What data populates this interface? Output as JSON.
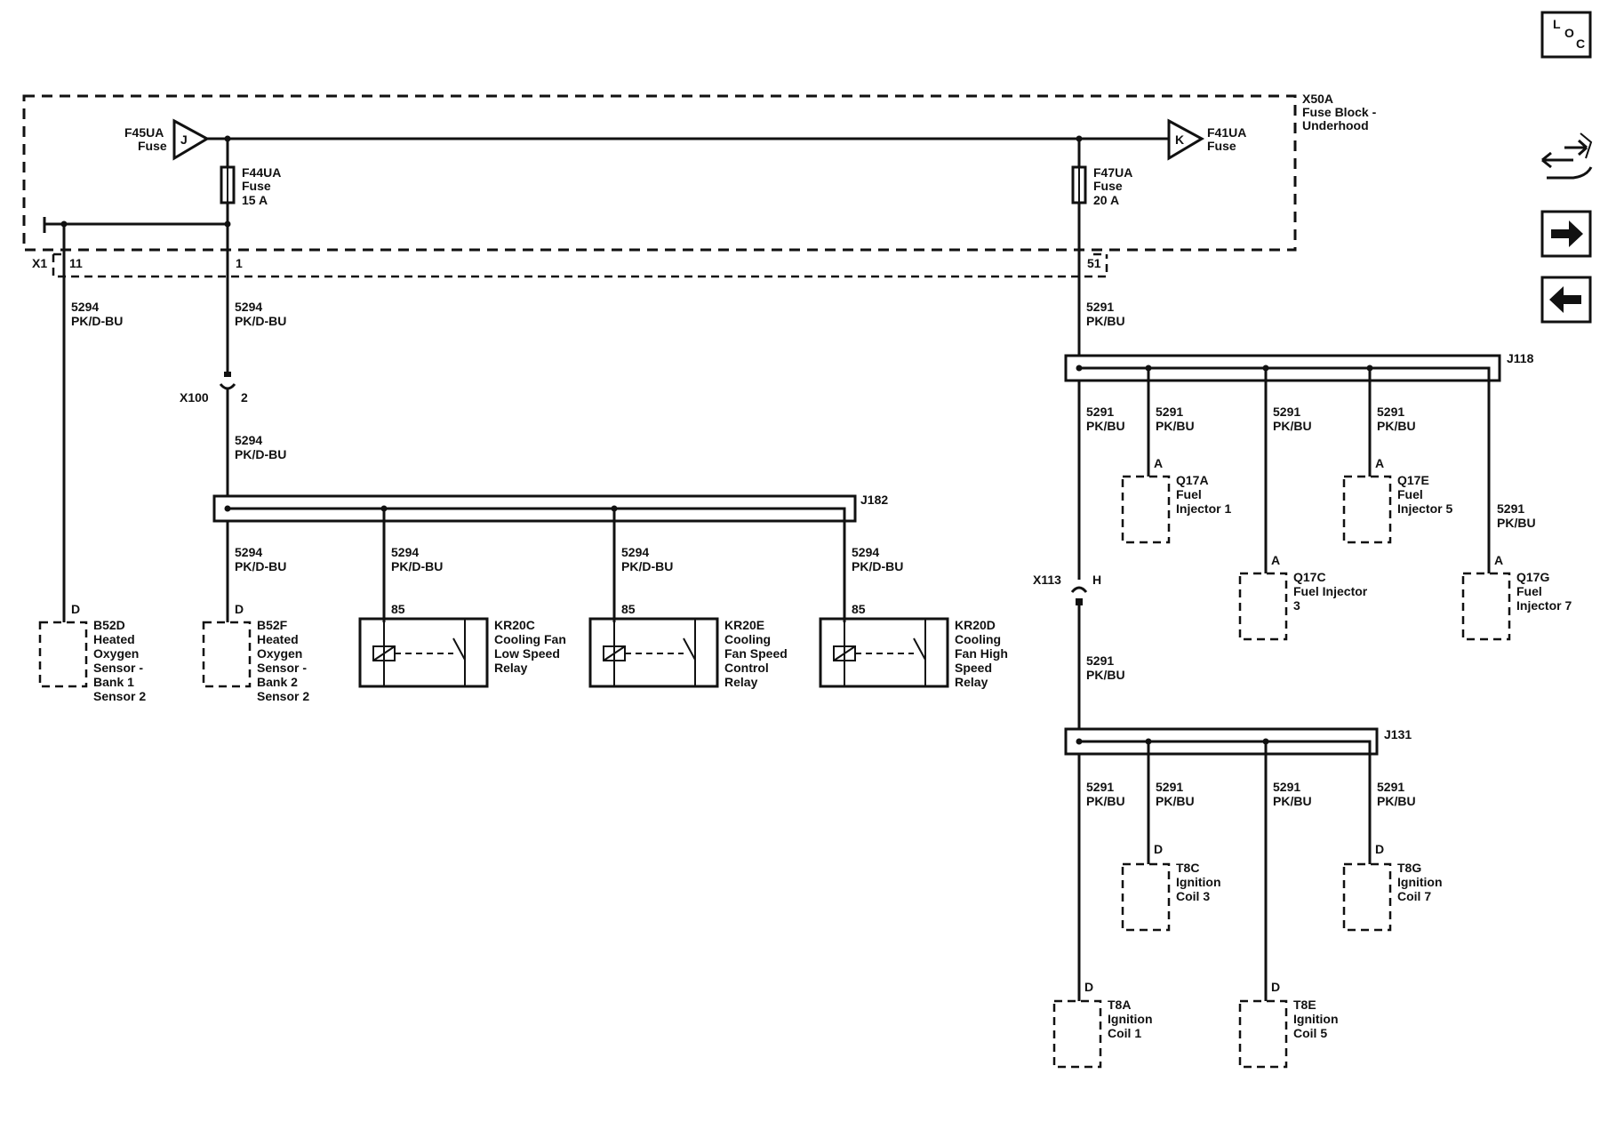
{
  "nav": {
    "loc_label_l": "L",
    "loc_label_o": "O",
    "loc_label_c": "C"
  },
  "fuse_block": {
    "id": "X50A",
    "name_line1": "Fuse Block -",
    "name_line2": "Underhood",
    "connector_x1": "X1",
    "pin_11": "11",
    "pin_1": "1",
    "pin_51": "51"
  },
  "feeds": {
    "f45ua": {
      "id": "F45UA",
      "type": "Fuse",
      "letter": "J"
    },
    "f41ua": {
      "id": "F41UA",
      "type": "Fuse",
      "letter": "K"
    }
  },
  "fuses": {
    "f44ua": {
      "id": "F44UA",
      "type": "Fuse",
      "rating": "15 A"
    },
    "f47ua": {
      "id": "F47UA",
      "type": "Fuse",
      "rating": "20 A"
    }
  },
  "wire_5294": {
    "circuit": "5294",
    "color": "PK/D-BU"
  },
  "wire_5291": {
    "circuit": "5291",
    "color": "PK/BU"
  },
  "inline": {
    "x100": {
      "id": "X100",
      "pin": "2"
    },
    "x113": {
      "id": "X113",
      "pin": "H"
    }
  },
  "splices": {
    "j182": "J182",
    "j118": "J118",
    "j131": "J131"
  },
  "sensors": {
    "b52d": {
      "pin": "D",
      "id": "B52D",
      "l1": "Heated",
      "l2": "Oxygen",
      "l3": "Sensor -",
      "l4": "Bank 1",
      "l5": "Sensor 2"
    },
    "b52f": {
      "pin": "D",
      "id": "B52F",
      "l1": "Heated",
      "l2": "Oxygen",
      "l3": "Sensor -",
      "l4": "Bank 2",
      "l5": "Sensor 2"
    }
  },
  "relays": {
    "kr20c": {
      "pin": "85",
      "id": "KR20C",
      "l1": "Cooling Fan",
      "l2": "Low Speed",
      "l3": "Relay",
      "l4": ""
    },
    "kr20e": {
      "pin": "85",
      "id": "KR20E",
      "l1": "Cooling",
      "l2": "Fan Speed",
      "l3": "Control",
      "l4": "Relay"
    },
    "kr20d": {
      "pin": "85",
      "id": "KR20D",
      "l1": "Cooling",
      "l2": "Fan High",
      "l3": "Speed",
      "l4": "Relay"
    }
  },
  "injectors": {
    "q17a": {
      "pin": "A",
      "id": "Q17A",
      "l1": "Fuel",
      "l2": "Injector 1"
    },
    "q17e": {
      "pin": "A",
      "id": "Q17E",
      "l1": "Fuel",
      "l2": "Injector 5"
    },
    "q17c": {
      "pin": "A",
      "id": "Q17C",
      "l1": "Fuel Injector",
      "l2": "3"
    },
    "q17g": {
      "pin": "A",
      "id": "Q17G",
      "l1": "Fuel",
      "l2": "Injector 7"
    }
  },
  "coils": {
    "t8c": {
      "pin": "D",
      "id": "T8C",
      "l1": "Ignition",
      "l2": "Coil 3"
    },
    "t8g": {
      "pin": "D",
      "id": "T8G",
      "l1": "Ignition",
      "l2": "Coil 7"
    },
    "t8a": {
      "pin": "D",
      "id": "T8A",
      "l1": "Ignition",
      "l2": "Coil 1"
    },
    "t8e": {
      "pin": "D",
      "id": "T8E",
      "l1": "Ignition",
      "l2": "Coil 5"
    }
  }
}
